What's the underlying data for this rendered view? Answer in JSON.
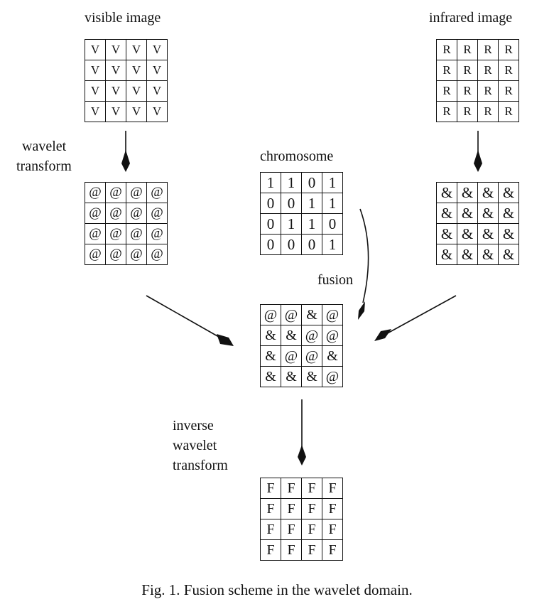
{
  "labels": {
    "visible": "visible image",
    "infrared": "infrared image",
    "wavelet_transform": [
      "wavelet",
      "transform"
    ],
    "chromosome": "chromosome",
    "fusion": "fusion",
    "inverse_wavelet_transform": [
      "inverse",
      "wavelet",
      "transform"
    ]
  },
  "grids": {
    "visible": [
      [
        "V",
        "V",
        "V",
        "V"
      ],
      [
        "V",
        "V",
        "V",
        "V"
      ],
      [
        "V",
        "V",
        "V",
        "V"
      ],
      [
        "V",
        "V",
        "V",
        "V"
      ]
    ],
    "infrared": [
      [
        "R",
        "R",
        "R",
        "R"
      ],
      [
        "R",
        "R",
        "R",
        "R"
      ],
      [
        "R",
        "R",
        "R",
        "R"
      ],
      [
        "R",
        "R",
        "R",
        "R"
      ]
    ],
    "visible_coeffs": [
      [
        "@",
        "@",
        "@",
        "@"
      ],
      [
        "@",
        "@",
        "@",
        "@"
      ],
      [
        "@",
        "@",
        "@",
        "@"
      ],
      [
        "@",
        "@",
        "@",
        "@"
      ]
    ],
    "infrared_coeffs": [
      [
        "&",
        "&",
        "&",
        "&"
      ],
      [
        "&",
        "&",
        "&",
        "&"
      ],
      [
        "&",
        "&",
        "&",
        "&"
      ],
      [
        "&",
        "&",
        "&",
        "&"
      ]
    ],
    "chromosome": [
      [
        "1",
        "1",
        "0",
        "1"
      ],
      [
        "0",
        "0",
        "1",
        "1"
      ],
      [
        "0",
        "1",
        "1",
        "0"
      ],
      [
        "0",
        "0",
        "0",
        "1"
      ]
    ],
    "fused": [
      [
        "@",
        "@",
        "&",
        "@"
      ],
      [
        "&",
        "&",
        "@",
        "@"
      ],
      [
        "&",
        "@",
        "@",
        "&"
      ],
      [
        "&",
        "&",
        "&",
        "@"
      ]
    ],
    "final": [
      [
        "F",
        "F",
        "F",
        "F"
      ],
      [
        "F",
        "F",
        "F",
        "F"
      ],
      [
        "F",
        "F",
        "F",
        "F"
      ],
      [
        "F",
        "F",
        "F",
        "F"
      ]
    ]
  },
  "caption": "Fig. 1. Fusion scheme in the wavelet domain."
}
